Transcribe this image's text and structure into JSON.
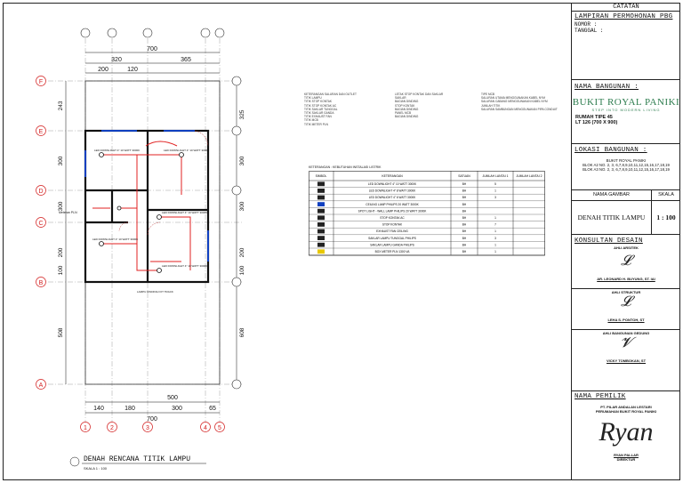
{
  "drawing": {
    "title": "DENAH RENCANA TITIK LAMPU",
    "scale": "SKALA   1 : 100",
    "dims_top": [
      "700",
      "320",
      "365",
      "200",
      "120"
    ],
    "dims_bottom": [
      "500",
      "140",
      "180",
      "300",
      "65",
      "700"
    ],
    "dims_left": [
      "243",
      "300",
      "300",
      "200",
      "100",
      "508"
    ],
    "dims_right": [
      "325",
      "300",
      "300",
      "200",
      "100",
      "608"
    ],
    "grid_rows": [
      "F",
      "E",
      "D",
      "C",
      "B",
      "A"
    ],
    "grid_cols": [
      "1",
      "2",
      "3",
      "4",
      "5"
    ],
    "room_labels": [
      "LED DOWNLIGHT 4\" 10 WATT 3000K",
      "LED DOWNLIGHT 4\" 10 WATT 3000K",
      "LED DOWNLIGHT 4\" 10 WATT 3000K",
      "LED DOWNLIGHT 4\" 10 WATT 3000K",
      "LED DOWNLIGHT 4\" 10 WATT 3000K"
    ],
    "meter_label": "Meteran PLN",
    "lamp_label": "LAMPU DINDING/ FIT TRACK"
  },
  "legend_notes": {
    "left": [
      "KETERANGAN SALURAN DAN OUTLET",
      "TITIK LAMPU",
      "TITIK STOP KONTAK",
      "TITIK STOP KONTAK AC",
      "TITIK SAKLAR TUNGGAL",
      "TITIK SAKLAR GANDA",
      "TITIK EXHAUST FAN",
      "TITIK MCB",
      "TITIK METER PLN"
    ],
    "middle": [
      "LETAK STOP KONTAK DAN SAKLAR",
      "SAKLAR",
      "BAGIAN DINDING",
      "STOP KONTAK",
      "BAGIAN DINDING",
      "PANEL MCB",
      "BAGIAN DINDING"
    ],
    "right": [
      "TIPE MCB",
      "SALURAN UTAMA MENGGUNAKAN KABEL NYM",
      "SALURAN CABANG MENGGUNAKAN KABEL NYM",
      "JUMLAH TITIK",
      "SALURAN SAMBUNGAN MENGGUNAKAN PIPA CONDUIT"
    ]
  },
  "table": {
    "title": "KETERANGAN : KEBUTUHAN INSTALASI LISTRIK",
    "headers": [
      "SIMBOL",
      "KETERANGAN",
      "SATUAN",
      "JUMLAH LANTAI 1",
      "JUMLAH LANTAI 2"
    ],
    "rows": [
      [
        "LED DOWNLIGHT 4\" 10 WATT 3000K",
        "BH",
        "5",
        ""
      ],
      [
        "LED DOWNLIGHT 4\" 8 WATT 3000K",
        "BH",
        "1",
        ""
      ],
      [
        "LED DOWNLIGHT 4\" 6 WATT 3000K",
        "BH",
        "3",
        ""
      ],
      [
        "CEILING LAMP PHILIPS 20 WATT 3000K",
        "BH",
        "",
        ""
      ],
      [
        "SPOT LIGHT - WALL LAMP PHILIPS 20 WATT 3000K",
        "BH",
        "",
        ""
      ],
      [
        "STOP KONTAK AC",
        "BH",
        "1",
        ""
      ],
      [
        "STOP KONTAK",
        "BH",
        "7",
        ""
      ],
      [
        "EXHAUST FAN CEILING",
        "BH",
        "1",
        ""
      ],
      [
        "SAKLAR LAMPU TUNGGAL PHILIPS",
        "BH",
        "3",
        ""
      ],
      [
        "SAKLAR LAMPU GANDA PHILIPS",
        "BH",
        "1",
        ""
      ],
      [
        "BOX METER PLN 1300 VA",
        "BH",
        "1",
        ""
      ]
    ]
  },
  "titleblock": {
    "catatan": "CATATAN",
    "lampiran": "LAMPIRAN PERMOHONAN PBG",
    "nomor": "NOMOR    :",
    "tanggal": "TANGGAL  :",
    "nama_bangunan_label": "NAMA BANGUNAN :",
    "brand": "BUKIT ROYAL PANIKI",
    "brand_sub": "STEP INTO MODERN LIVING",
    "type_line1": "RUMAH TIPE 45",
    "type_line2": "LT 126   (700 X 900)",
    "lokasi_label": "LOKASI BANGUNAN :",
    "lokasi_1": "BUKIT ROYAL PANIKI",
    "lokasi_2": "BLOK A2 NO. 2, 3, 6,7,8,9,10,11,12,15,16,17,18,19",
    "lokasi_3": "BLOK A3 NO. 2, 3, 6,7,8,9,10,11,12,15,16,17,18,19",
    "nama_gambar_label": "NAMA GAMBAR",
    "skala_label": "SKALA",
    "nama_gambar": "DENAH TITIK LAMPU",
    "skala": "1 : 100",
    "konsultan_label": "KONSULTAN DESAIN",
    "ahli_arsitek": "AHLI ARSITEK",
    "arsitek_name": "AR. LEONARD H. BUYUNG, ST. IAI",
    "ahli_struktur": "AHLI STRUKTUR",
    "struktur_name": "LEHA S. PONTOH, ST",
    "ahli_gedung": "AHLI BANGUNAN GEDUNG",
    "gedung_name": "VICKY TOMBOKAN, ST",
    "pemilik_label": "NAMA PEMILIK",
    "pemilik_1": "PT. PILAR ANDALAN LESTARI",
    "pemilik_2": "PERUMAHAN BUKIT ROYAL PANIKI",
    "direktur_name": "RYAN PALLAR",
    "direktur_title": "DIREKTUR",
    "sig_text": "Ryan"
  },
  "colors": {
    "wire": "#e02020",
    "grid_bubble": "#d32020",
    "wall": "#111111",
    "blue": "#1040c0",
    "brand": "#2e7d4f"
  }
}
